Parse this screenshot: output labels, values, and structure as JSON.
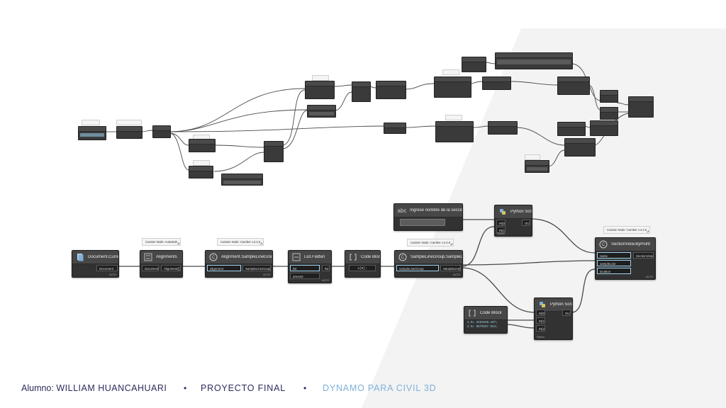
{
  "colors": {
    "canvas": "#ffffff",
    "shade": "#f3f3f3",
    "node_body": "#323232",
    "node_header": "#474747",
    "wire": "#4a4a4a",
    "port_highlight": "#9fd4ee",
    "footer_dark": "#2b2b5e",
    "footer_accent": "#7fb0d8"
  },
  "graph": {
    "notes": {
      "document_current": "Custom Node: Autodesk",
      "alignment_sample": "Custom Node: Camber v.4.2.6",
      "sample_line_views": "Custom Node: Camber v.4.2.6",
      "section_view": "Custom Node: Camber v.4.2.6"
    },
    "nodes": {
      "document_current": {
        "title": "Document.Current",
        "outputs": [
          "Document"
        ],
        "lacing": "AUTO"
      },
      "alignments": {
        "title": "Alignments",
        "inputs": [
          "document"
        ],
        "outputs": [
          "Alignment[]"
        ]
      },
      "alignment_sample": {
        "title": "Alignment.SampleLineGroups",
        "inputs": [
          "alignment"
        ],
        "outputs": [
          "SampleLineGroup[]"
        ],
        "lacing": "AUTO"
      },
      "list_flatten": {
        "title": "List.Flatten",
        "inputs": [
          "list",
          "amount"
        ],
        "outputs": [
          "list"
        ],
        "lacing": "AUTO"
      },
      "code_block_1": {
        "title": "Code Block",
        "code": "x[0];"
      },
      "sample_line_views": {
        "title": "SampleLineGroup.SampleLines",
        "inputs": [
          "sampleLineGroup"
        ],
        "outputs": [
          "SampleLine[]"
        ],
        "lacing": "AUTO"
      },
      "string_input": {
        "title": "Ingrese nombre de la sección"
      },
      "python_1": {
        "title": "Python Script",
        "inputs": [
          "IN[0]",
          "IN[1]"
        ],
        "outputs": [
          "OUT"
        ],
        "footer": "Python"
      },
      "section_view": {
        "title": "SectionView.ByPoint",
        "inputs": [
          "name",
          "sampleLine",
          "location"
        ],
        "outputs": [
          "SectionView"
        ],
        "lacing": "AUTO"
      },
      "code_block_2": {
        "title": "Code Block",
        "lines": [
          "1.0= 3454540.107;",
          "2.0= 9679197.943;"
        ]
      },
      "python_2": {
        "title": "Python Script",
        "inputs": [
          "IN[0]",
          "IN[1]",
          "IN[2]"
        ],
        "outputs": [
          "OUT"
        ],
        "footer": "Python"
      }
    }
  },
  "footer": {
    "student_label": "Alumno:",
    "student_name": "WILLIAM HUANCAHUARI",
    "project": "PROYECTO FINAL",
    "course": "DYNAMO PARA CIVIL 3D",
    "separator": "•"
  }
}
